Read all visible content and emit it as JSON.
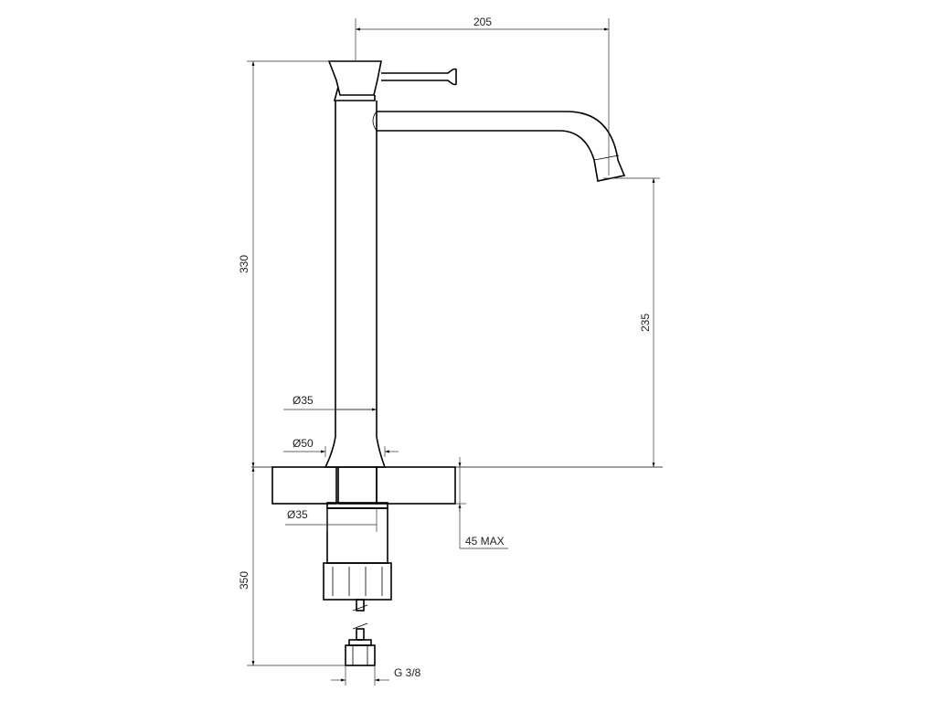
{
  "dimensions": {
    "spout_reach": "205",
    "overall_height": "330",
    "spout_height": "235",
    "body_diameter": "Ø35",
    "base_diameter": "Ø50",
    "shank_diameter": "Ø35",
    "max_counter_thickness": "45 MAX",
    "below_counter_length": "350",
    "connection_thread": "G 3/8"
  }
}
